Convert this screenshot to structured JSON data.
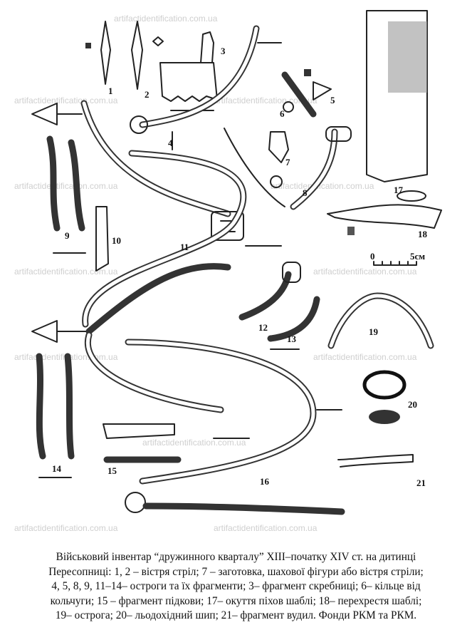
{
  "watermark": "artifactidentification.com.ua",
  "figure_labels": [
    "1",
    "2",
    "3",
    "4",
    "5",
    "6",
    "7",
    "8",
    "9",
    "10",
    "11",
    "12",
    "13",
    "14",
    "15",
    "16",
    "17",
    "18",
    "19",
    "20",
    "21"
  ],
  "scale_bar": {
    "start": "0",
    "end": "5см"
  },
  "caption": {
    "lines": [
      "Військовий інвентар “дружинного кварталу” XIII–початку XIV ст. на дитинці",
      "Пересопниці: 1, 2 – вістря стріл; 7 – заготовка, шахової фігури або вістря стріли;",
      "4, 5, 8, 9, 11–14– остроги та їх фрагменти; 3– фрагмент скребниці; 6– кільце від",
      "кольчуги; 15 – фрагмент підкови; 17– окуття піхов шаблі; 18– перехрестя шаблі;",
      "19– острога; 20– льодохідний шип; 21– фрагмент вудил. Фонди РКМ та РКМ."
    ]
  }
}
